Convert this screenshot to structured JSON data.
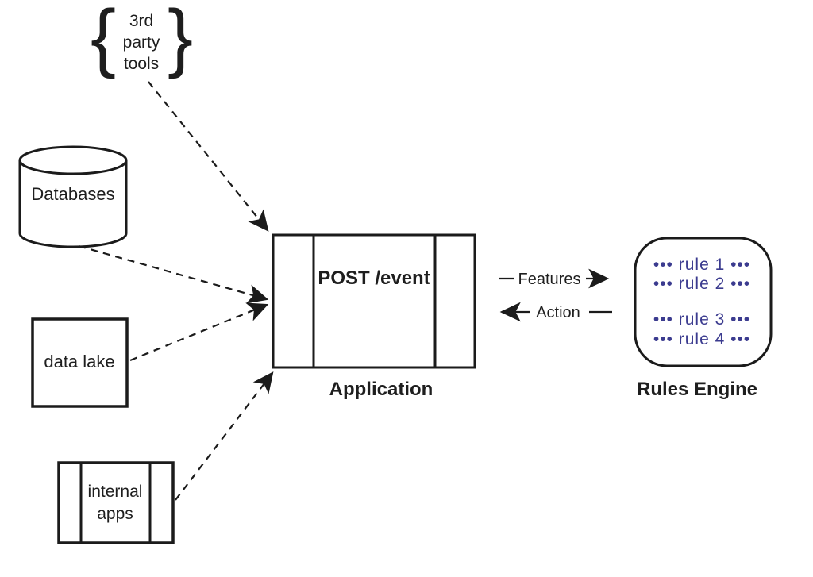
{
  "colors": {
    "background": "#ffffff",
    "line": "#1b1b1b",
    "text": "#1e1e1e",
    "rule_text": "#3b3b8f"
  },
  "sources": {
    "third_party_tools": {
      "brace_left": "{",
      "brace_right": "}",
      "lines": [
        "3rd",
        "party",
        "tools"
      ]
    },
    "databases": {
      "label": "Databases"
    },
    "data_lake": {
      "label": "data lake"
    },
    "internal_apps": {
      "lines": [
        "internal",
        "apps"
      ]
    }
  },
  "application": {
    "endpoint": "POST /event",
    "label": "Application"
  },
  "rules_engine": {
    "label": "Rules Engine",
    "rules": [
      "••• rule 1 •••",
      "••• rule 2 •••",
      "••• rule 3 •••",
      "••• rule 4 •••"
    ]
  },
  "connections": {
    "features_label": "Features",
    "action_label": "Action"
  }
}
